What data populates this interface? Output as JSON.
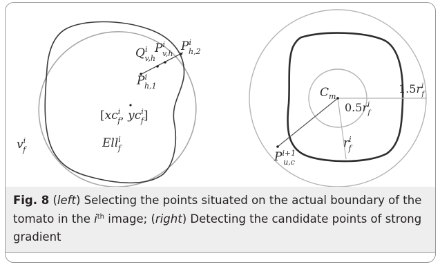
{
  "caption": {
    "label": "Fig. 8",
    "left_word": "left",
    "part1": " Selecting the points situated on the actual boundary of the tomato in the ",
    "i_var": "i",
    "th": "th",
    "part2": " image; (",
    "right_word": "right",
    "part3": ") Detecting the candidate points of strong gradient"
  },
  "left_panel": {
    "labels": {
      "Q": "Q",
      "Q_sup": "i",
      "Q_sub": "v,h",
      "Pvh": "P",
      "Pvh_sup": "i",
      "Pvh_sub": "v,h",
      "Ph2": "P",
      "Ph2_sup": "i",
      "Ph2_sub": "h,2",
      "Ph1": "P",
      "Ph1_sup": "i",
      "Ph1_sub": "h,1",
      "center_open": "[",
      "xc": "xc",
      "xc_sup": "i",
      "xc_sub": "f",
      "comma": ", ",
      "yc": "yc",
      "yc_sup": "i",
      "yc_sub": "f",
      "center_close": "]",
      "v": "v",
      "v_sup": "i",
      "v_sub": "f",
      "Ell": "Ell",
      "Ell_sup": "i",
      "Ell_sub": "f"
    }
  },
  "right_panel": {
    "labels": {
      "C": "C",
      "C_sub": "m",
      "half": "0.5",
      "half_r": "r",
      "half_sup": "i",
      "half_sub": "f",
      "onehalf": "1.5",
      "onehalf_r": "r",
      "onehalf_sup": "i",
      "onehalf_sub": "f",
      "r": "r",
      "r_sup": "i",
      "r_sub": "f",
      "Puc": "P",
      "Puc_sup": "i+1",
      "Puc_sub": "u,c"
    }
  },
  "colors": {
    "boundary_dark": "#3a3a3a",
    "boundary_light": "#a8a8a8",
    "circle_gray": "#b4b4b4",
    "caption_band": "#eeeeee",
    "frame": "#9a9a9a"
  }
}
